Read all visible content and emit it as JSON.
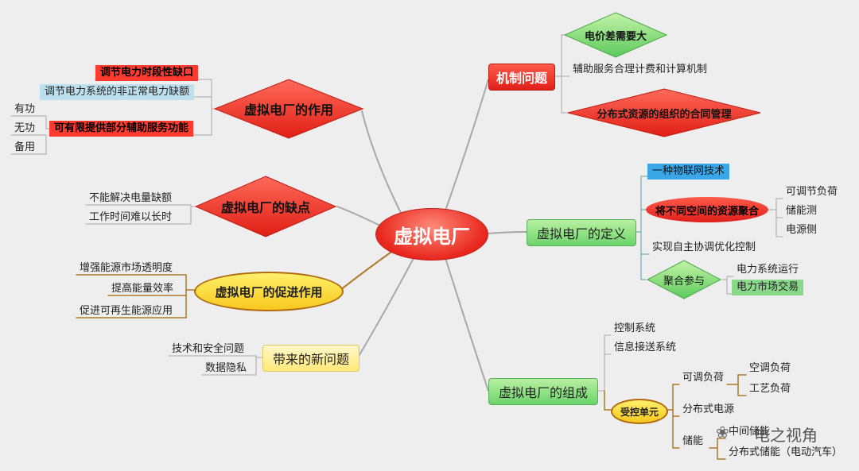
{
  "center": "虚拟电厂",
  "branches": {
    "role": {
      "title": "虚拟电厂的作用",
      "items": [
        "调节电力时段性缺口",
        "调节电力系统的非正常电力缺额",
        "可有限提供部分辅助服务功能"
      ],
      "sub_items": [
        "有功",
        "无功",
        "备用"
      ]
    },
    "drawbacks": {
      "title": "虚拟电厂的缺点",
      "items": [
        "不能解决电量缺额",
        "工作时间难以长时"
      ]
    },
    "promotion": {
      "title": "虚拟电厂的促进作用",
      "items": [
        "增强能源市场透明度",
        "提高能量效率",
        "促进可再生能源应用"
      ]
    },
    "new_issues": {
      "title": "带来的新问题",
      "items": [
        "技术和安全问题",
        "数据隐私"
      ]
    },
    "mechanism": {
      "title": "机制问题",
      "items": [
        "电价差需要大",
        "辅助服务合理计费和计算机制",
        "分布式资源的组织的合同管理"
      ]
    },
    "definition": {
      "title": "虚拟电厂的定义",
      "item_iot": "一种物联网技术",
      "item_aggregate": "将不同空间的资源聚合",
      "aggregate_children": [
        "可调节负荷",
        "储能测",
        "电源侧"
      ],
      "item_control": "实现自主协调优化控制",
      "item_participate": "聚合参与",
      "participate_children": [
        "电力系统运行",
        "电力市场交易"
      ]
    },
    "composition": {
      "title": "虚拟电厂的组成",
      "items": [
        "控制系统",
        "信息接送系统"
      ],
      "controlled_unit": "受控单元",
      "adjustable_load": "可调负荷",
      "adjustable_children": [
        "空调负荷",
        "工艺负荷"
      ],
      "distributed_source": "分布式电源",
      "storage": "储能",
      "storage_children": [
        "中间储能",
        "分布式储能（电动汽车）"
      ]
    }
  },
  "watermark": "电之视角",
  "colors": {
    "red": "#e8261c",
    "green": "#6cd46c",
    "yellow": "#ffe97a",
    "gold_border": "#b06a10",
    "line_gray": "#a8a8a8",
    "line_brown": "#b07a2a",
    "line_teal": "#5aa0a0"
  }
}
